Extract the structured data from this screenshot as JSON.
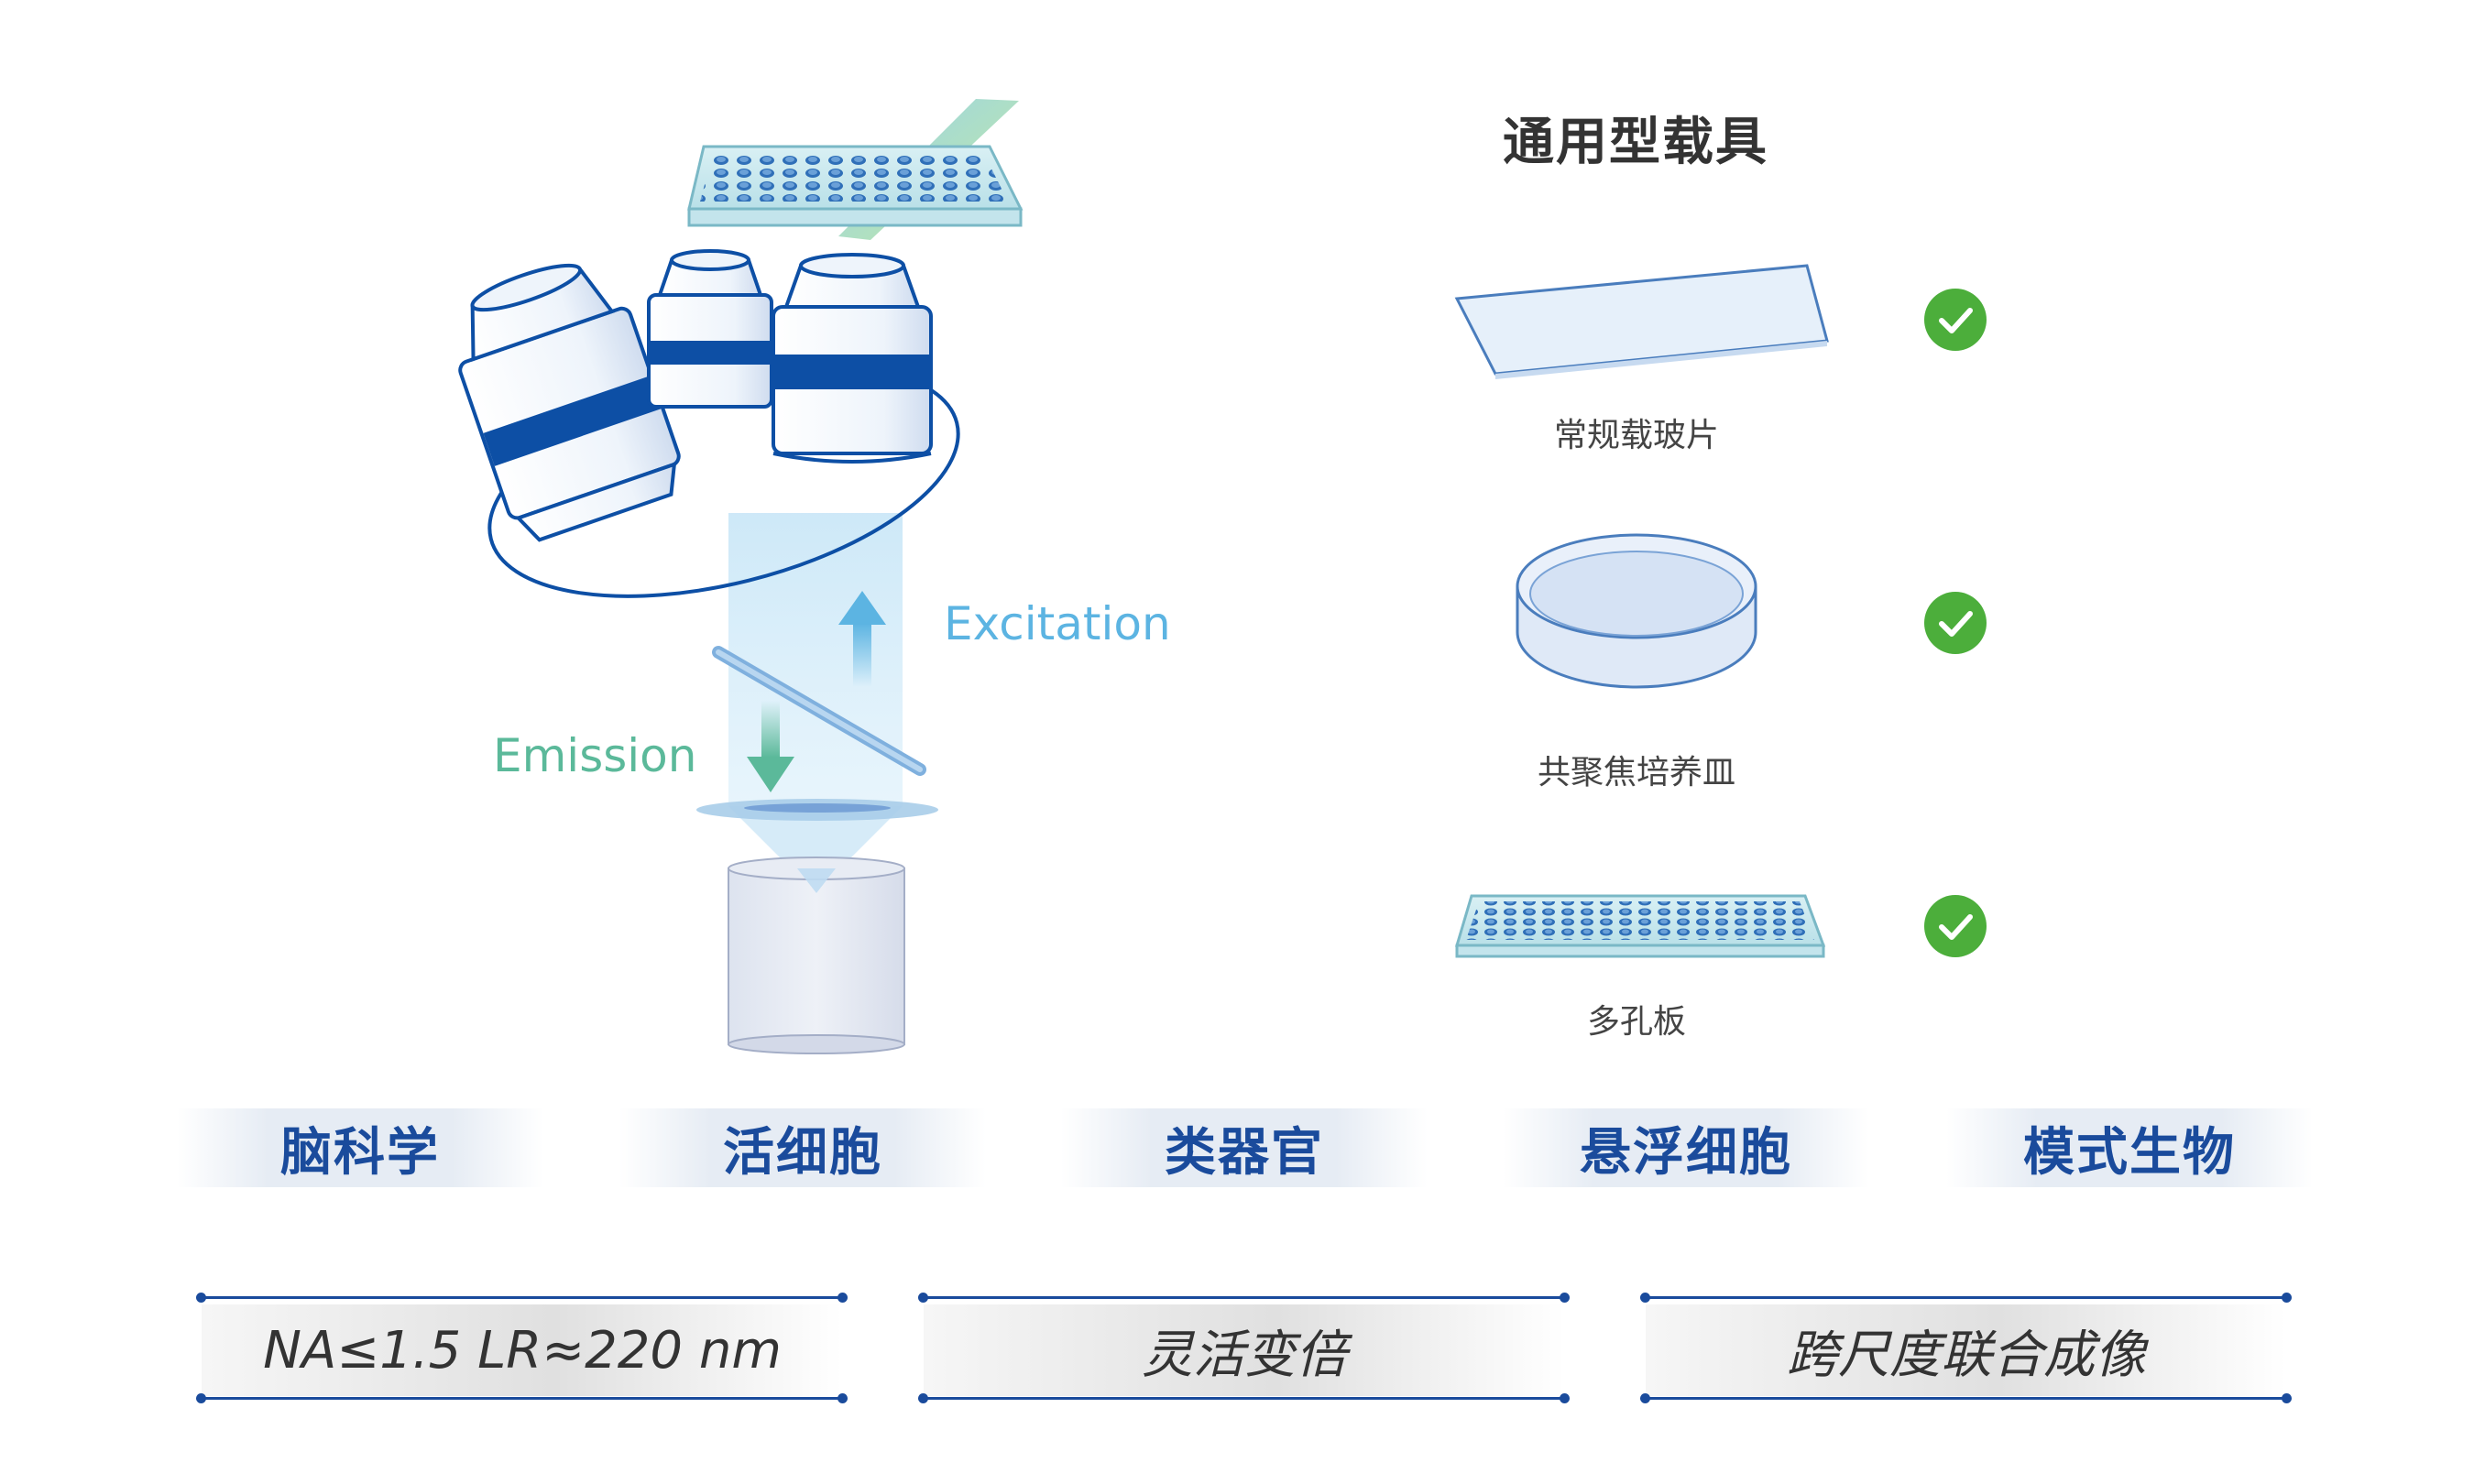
{
  "optics": {
    "excitation_label": "Excitation",
    "emission_label": "Emission",
    "excitation_color": "#5cb4e2",
    "emission_color": "#5bb99a",
    "objective_band_color": "#0d4fa5"
  },
  "carriers": {
    "title": "通用型载具",
    "items": [
      {
        "label": "常规载玻片",
        "icon": "glass-slide-icon",
        "supported": true
      },
      {
        "label": "共聚焦培养皿",
        "icon": "confocal-dish-icon",
        "supported": true
      },
      {
        "label": "多孔板",
        "icon": "multiwell-plate-icon",
        "supported": true
      }
    ],
    "check_color": "#4cae3b"
  },
  "categories": [
    "脑科学",
    "活细胞",
    "类器官",
    "悬浮细胞",
    "模式生物"
  ],
  "features": [
    "NA≤1.5  LR≈220 nm",
    "灵活变倍",
    "跨尺度联合成像"
  ],
  "accent_color": "#1a4b9c"
}
